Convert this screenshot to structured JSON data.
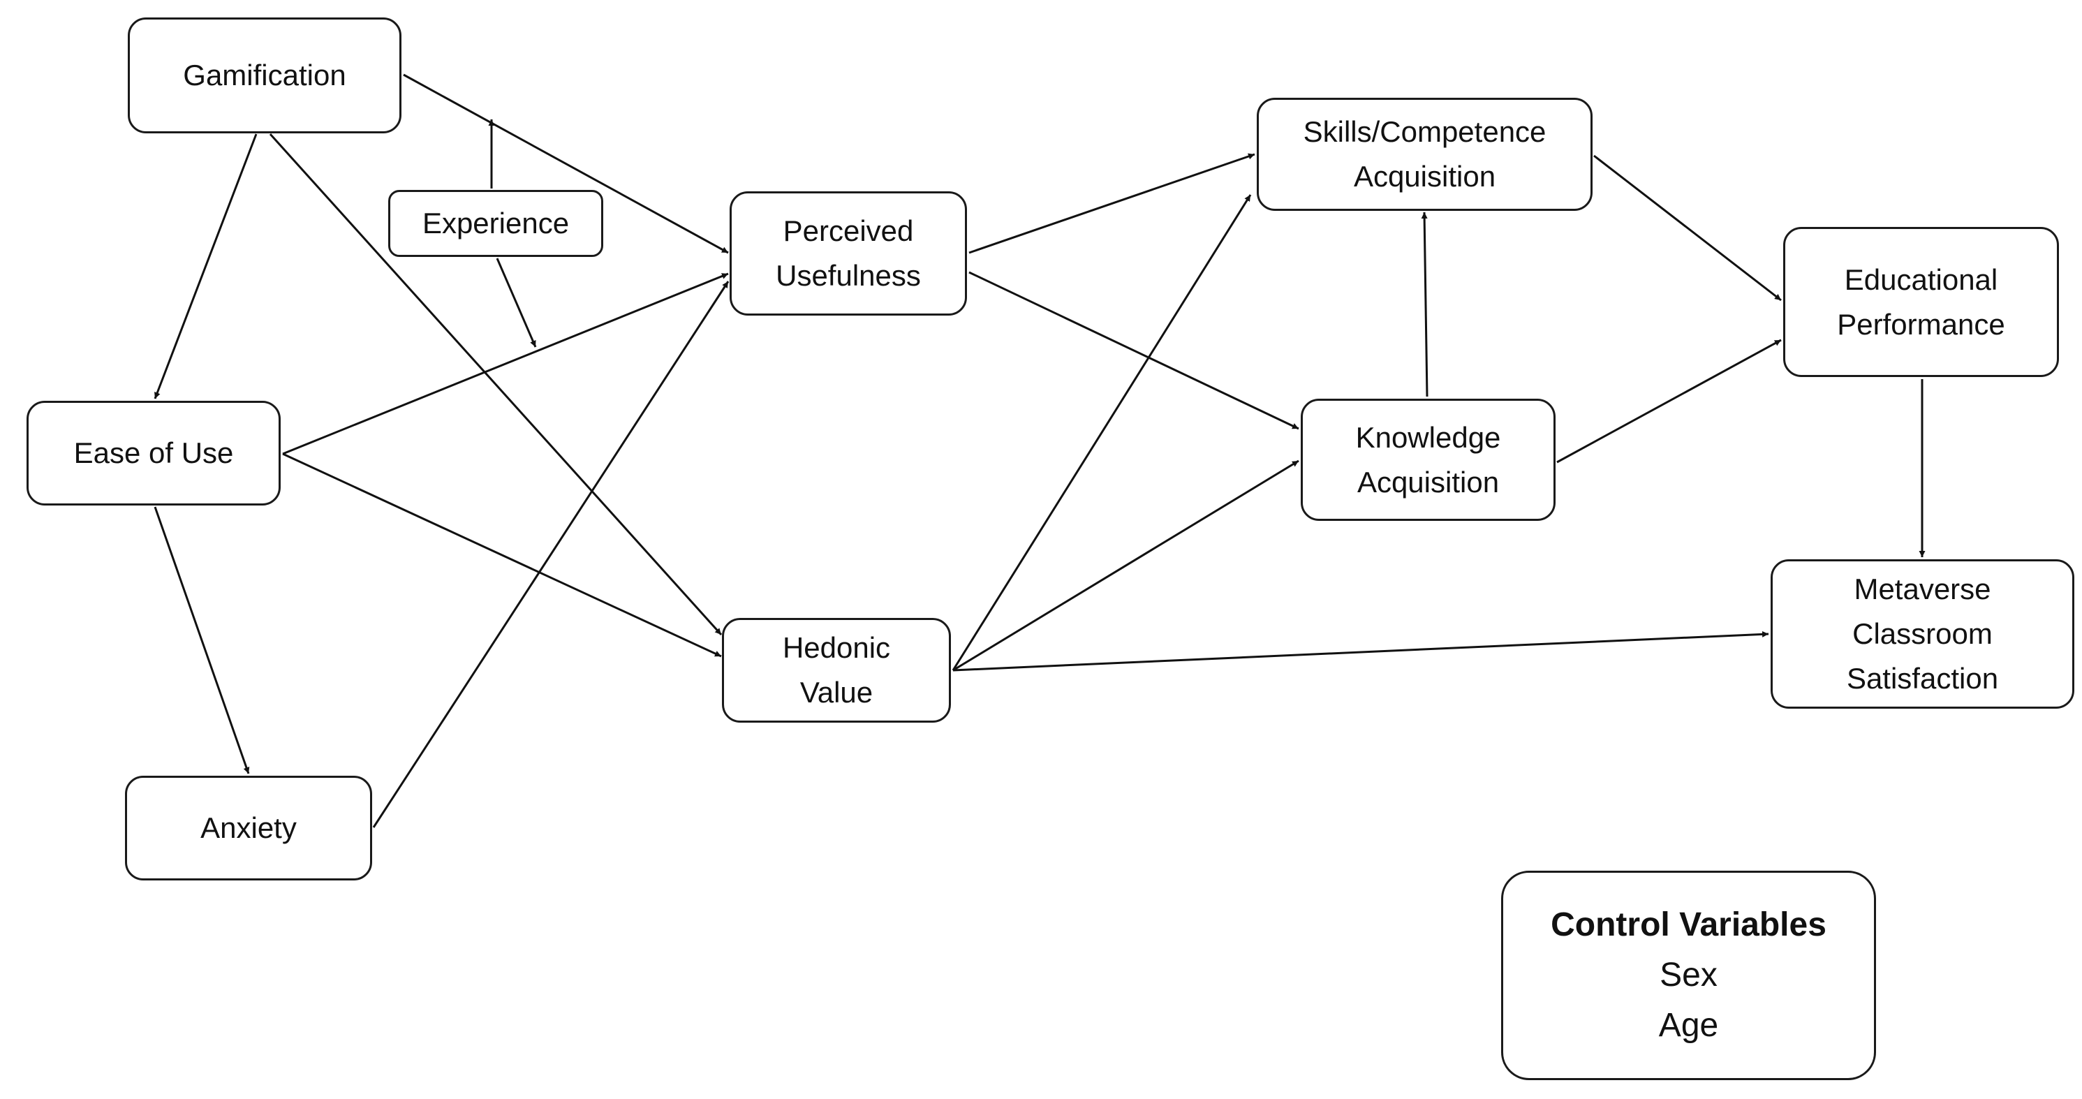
{
  "diagram": {
    "nodes": {
      "gamification": {
        "lines": [
          "Gamification"
        ]
      },
      "experience": {
        "lines": [
          "Experience"
        ]
      },
      "perceived_usefulness": {
        "lines": [
          "Perceived",
          "Usefulness"
        ]
      },
      "ease_of_use": {
        "lines": [
          "Ease of Use"
        ]
      },
      "hedonic_value": {
        "lines": [
          "Hedonic",
          "Value"
        ]
      },
      "anxiety": {
        "lines": [
          "Anxiety"
        ]
      },
      "skills_competence": {
        "lines": [
          "Skills/Competence",
          "Acquisition"
        ]
      },
      "knowledge_acquisition": {
        "lines": [
          "Knowledge",
          "Acquisition"
        ]
      },
      "educational_performance": {
        "lines": [
          "Educational",
          "Performance"
        ]
      },
      "metaverse_satisfaction": {
        "lines": [
          "Metaverse",
          "Classroom",
          "Satisfaction"
        ]
      }
    },
    "control_variables": {
      "title": "Control Variables",
      "items": [
        "Sex",
        "Age"
      ]
    },
    "edges": [
      {
        "from": "gamification",
        "to": "perceived_usefulness"
      },
      {
        "from": "gamification",
        "to": "ease_of_use"
      },
      {
        "from": "gamification",
        "to": "hedonic_value"
      },
      {
        "from": "experience",
        "to": "gamification-to-perceived_usefulness",
        "kind": "moderation"
      },
      {
        "from": "experience",
        "to": "ease_of_use-to-perceived_usefulness",
        "kind": "moderation"
      },
      {
        "from": "ease_of_use",
        "to": "perceived_usefulness"
      },
      {
        "from": "ease_of_use",
        "to": "hedonic_value"
      },
      {
        "from": "ease_of_use",
        "to": "anxiety"
      },
      {
        "from": "anxiety",
        "to": "perceived_usefulness"
      },
      {
        "from": "perceived_usefulness",
        "to": "skills_competence"
      },
      {
        "from": "perceived_usefulness",
        "to": "knowledge_acquisition"
      },
      {
        "from": "hedonic_value",
        "to": "skills_competence"
      },
      {
        "from": "hedonic_value",
        "to": "knowledge_acquisition"
      },
      {
        "from": "hedonic_value",
        "to": "metaverse_satisfaction"
      },
      {
        "from": "knowledge_acquisition",
        "to": "skills_competence"
      },
      {
        "from": "knowledge_acquisition",
        "to": "educational_performance"
      },
      {
        "from": "skills_competence",
        "to": "educational_performance"
      },
      {
        "from": "educational_performance",
        "to": "metaverse_satisfaction"
      }
    ]
  }
}
